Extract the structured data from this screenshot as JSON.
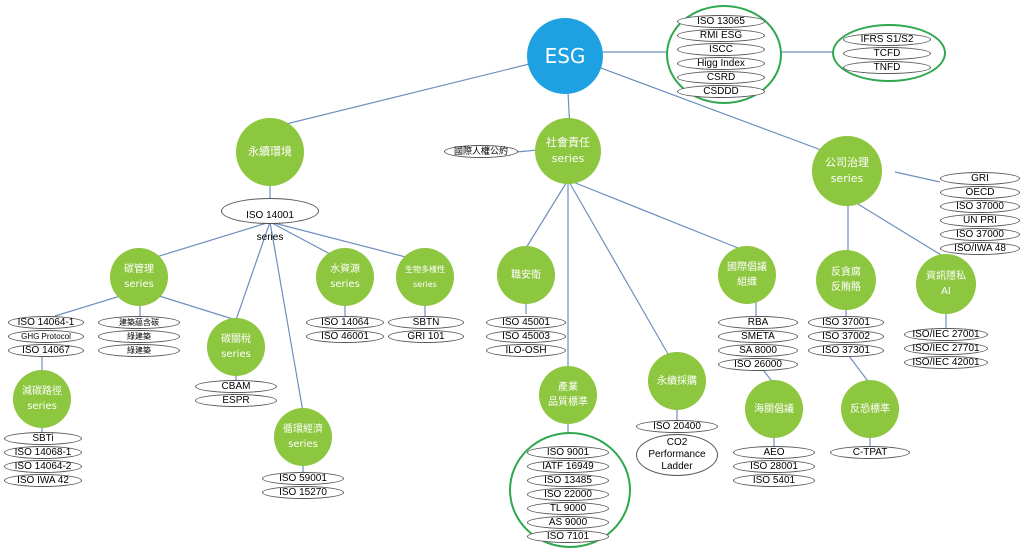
{
  "root": {
    "label": "ESG"
  },
  "frameworks": [
    "ISO 13065",
    "RMI ESG",
    "ISCC",
    "Higg Index",
    "CSRD",
    "CSDDD"
  ],
  "disclosure": [
    "IFRS S1/S2",
    "TCFD",
    "TNFD"
  ],
  "environment": {
    "label": "永續環境",
    "series_box": [
      "ISO 14001",
      "series"
    ],
    "carbon_mgmt": {
      "label": "碳管理\nseries",
      "items": [
        "ISO 14064-1",
        "GHG Protocol",
        "ISO 14067"
      ]
    },
    "building": {
      "items": [
        "建築藴含碳",
        "綠建築",
        "綠建築"
      ]
    },
    "carbon_tax": {
      "label": "碳關稅\nseries",
      "items": [
        "CBAM",
        "ESPR"
      ]
    },
    "reduction": {
      "label": "減碳路徑\nseries",
      "items": [
        "SBTi",
        "ISO 14068-1",
        "ISO 14064-2",
        "ISO IWA 42"
      ]
    },
    "circular": {
      "label": "循環經濟\nseries",
      "items": [
        "ISO 59001",
        "ISO 15270"
      ]
    },
    "water": {
      "label": "水資源\nseries",
      "items": [
        "ISO 14064",
        "ISO 46001"
      ]
    },
    "biodiversity": {
      "label": "生物多樣性\nseries",
      "items": [
        "SBTN",
        "GRI 101"
      ]
    }
  },
  "social": {
    "label": "社會責任\nseries",
    "human_rights": "國際人權公約",
    "safety": {
      "label": "職安衛",
      "items": [
        "ISO 45001",
        "ISO 45003",
        "ILO-OSH"
      ]
    },
    "quality": {
      "label": "產業\n品質標準",
      "items": [
        "ISO 9001",
        "IATF 16949",
        "ISO 13485",
        "ISO 22000",
        "TL 9000",
        "AS 9000",
        "ISO 7101"
      ]
    },
    "procurement": {
      "label": "永續採購",
      "items": [
        "ISO 20400",
        "CO2\nPerformance\nLadder"
      ]
    },
    "intl": {
      "label": "國際倡議\n組織",
      "items": [
        "RBA",
        "SMETA",
        "SA 8000",
        "ISO 26000"
      ]
    },
    "customs": {
      "label": "海關倡議",
      "items": [
        "AEO",
        "ISO 28001",
        "ISO 5401"
      ]
    }
  },
  "governance": {
    "label": "公司治理\nseries",
    "items": [
      "GRI",
      "OECD",
      "ISO 37000",
      "UN PRI",
      "ISO 37000",
      "ISO/IWA 48"
    ],
    "anti_corruption": {
      "label": "反貪腐\n反賄賂",
      "items": [
        "ISO 37001",
        "ISO 37002",
        "ISO 37301"
      ]
    },
    "security": {
      "label": "資訊隱私\nAI",
      "items": [
        "ISO/IEC 27001",
        "ISO/IEC 27701",
        "ISO/IEC 42001"
      ]
    },
    "terror": {
      "label": "反恐標準",
      "items": [
        "C-TPAT"
      ]
    }
  }
}
